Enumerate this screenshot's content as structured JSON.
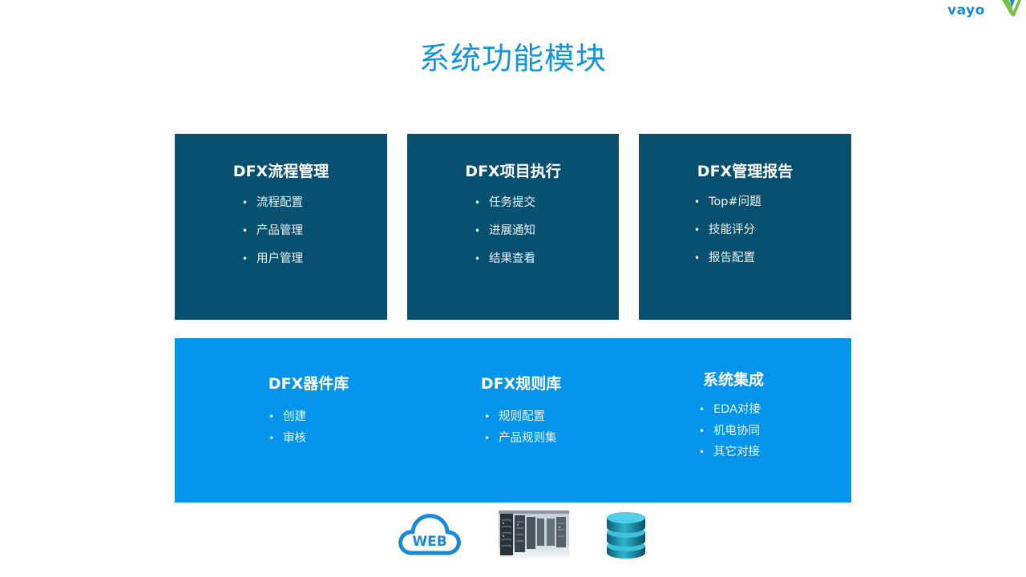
{
  "logo": {
    "text": "vayo"
  },
  "page_title": "系统功能模块",
  "top_cards": [
    {
      "title": "DFX流程管理",
      "items": [
        "流程配置",
        "产品管理",
        "用户管理"
      ]
    },
    {
      "title": "DFX项目执行",
      "items": [
        "任务提交",
        "进展通知",
        "结果查看"
      ]
    },
    {
      "title": "DFX管理报告",
      "items": [
        "Top#问题",
        "技能评分",
        "报告配置"
      ]
    }
  ],
  "bottom_columns": [
    {
      "title": "DFX器件库",
      "items": [
        "创建",
        "审核"
      ]
    },
    {
      "title": "DFX规则库",
      "items": [
        "规则配置",
        "产品规则集"
      ]
    },
    {
      "title": "系统集成",
      "items": [
        "EDA对接",
        "机电协同",
        "其它对接"
      ]
    }
  ],
  "icons": {
    "web_cloud_label": "WEB",
    "web": "web-cloud-icon",
    "server": "server-rack-icon",
    "database": "database-icon"
  },
  "colors": {
    "title_blue": "#1296db",
    "card_dark": "#07506f",
    "panel_blue": "#0394ec"
  }
}
